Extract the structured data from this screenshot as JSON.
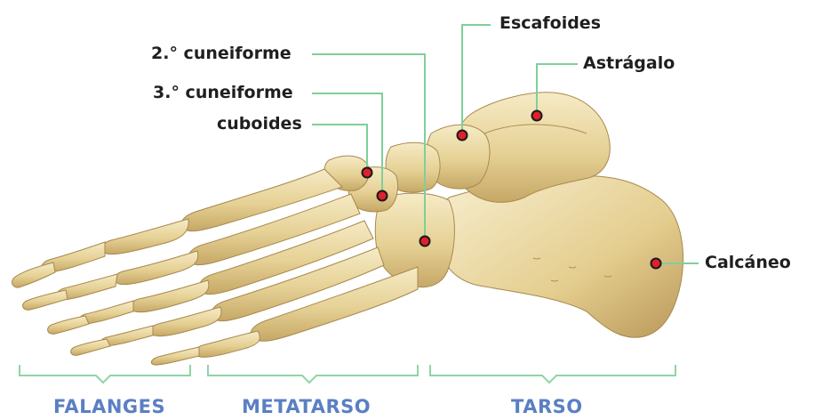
{
  "labels": {
    "escafoides": "Escafoides",
    "cuneiforme2": "2.° cuneiforme",
    "astragalo": "Astrágalo",
    "cuneiforme3": "3.° cuneiforme",
    "cuboides": "cuboides",
    "calcaneo": "Calcáneo"
  },
  "sections": {
    "falanges": "FALANGES",
    "metatarso": "METATARSO",
    "tarso": "TARSO"
  },
  "colors": {
    "leader_line": "#7fcf9a",
    "marker_fill": "#e0202a",
    "marker_ring": "#1a1a1a",
    "section_text": "#5a7fc4",
    "bracket": "#8fd4a4",
    "bone_light": "#f3e5b6",
    "bone_mid": "#e2cb8a",
    "bone_dark": "#b99a5a",
    "bone_joint": "#fbf6e6"
  }
}
